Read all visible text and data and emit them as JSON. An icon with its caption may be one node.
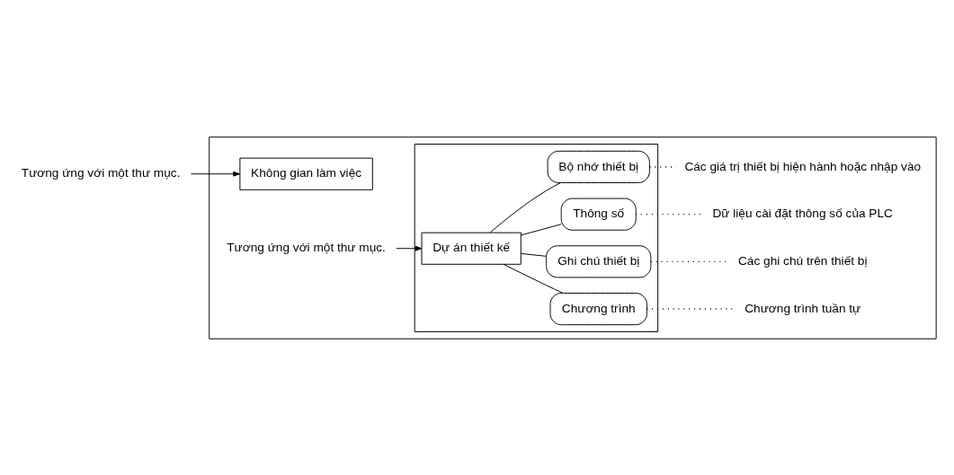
{
  "diagram": {
    "nodes": [
      {
        "text": [
          "Không gian làm việc"
        ]
      },
      {
        "text": [
          "Dự án thiết kế"
        ],
        "in": 0
      },
      {
        "text": [
          "Chương trình"
        ],
        "in": 1
      },
      {
        "text": [
          "Ghi chú thiết bị"
        ],
        "in": 1
      },
      {
        "text": [
          "Thông số"
        ],
        "in": 1
      },
      {
        "text": [
          "Bộ nhớ thiết bị"
        ],
        "in": 1
      },
      {
        "text": [
          "Tương ứng với một thư mục."
        ]
      },
      {
        "text": [
          "Tương ứng với một thư mục."
        ],
        "in": 0
      },
      {
        "text": [
          "Chương trình tuần tự"
        ],
        "in": 0
      },
      {
        "text": [
          "Các ghi chú trên thiết bị"
        ],
        "in": 0
      },
      {
        "text": [
          "Dữ liệu cài đặt thông số của PLC"
        ],
        "in": 0
      },
      {
        "text": [
          "Các giá trị thiết bị hiện hành hoặc nhập vào"
        ],
        "in": 0
      }
    ],
    "edges": [
      {
        "from": 6,
        "to": 0,
        "arrow": "to"
      },
      {
        "from": 7,
        "to": 1,
        "arrow": "to"
      },
      {
        "from": 1,
        "to": 2,
        "arrow": "none"
      },
      {
        "from": 1,
        "to": 3,
        "arrow": "none"
      },
      {
        "from": 1,
        "to": 4,
        "arrow": "none"
      },
      {
        "from": 1,
        "to": 5,
        "arrow": "none"
      },
      {
        "from": 2,
        "to": 8,
        "arrow": "none",
        "style": "dashed"
      },
      {
        "from": 3,
        "to": 9,
        "arrow": "none",
        "style": "dashed"
      },
      {
        "from": 4,
        "to": 10,
        "arrow": "none",
        "style": "dashed"
      },
      {
        "from": 5,
        "to": 11,
        "arrow": "none",
        "style": "dashed"
      }
    ]
  }
}
